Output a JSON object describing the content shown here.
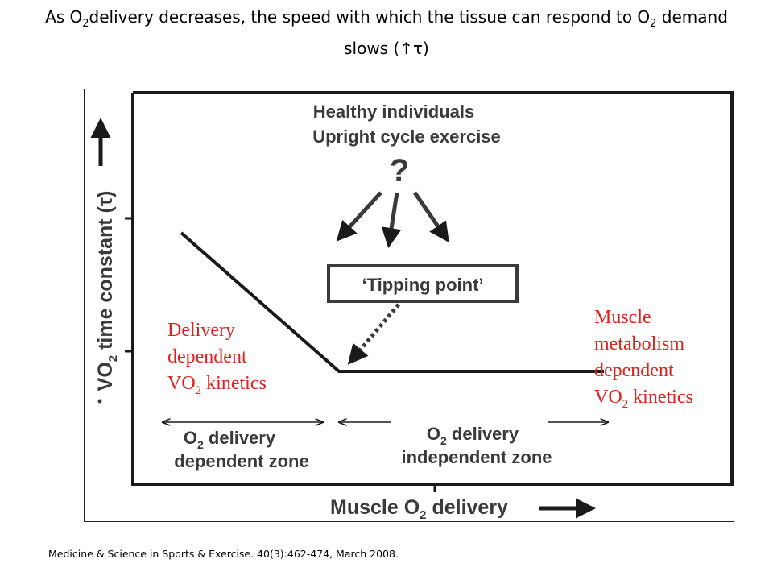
{
  "title": {
    "line1_a": "As O",
    "line1_sub1": "2",
    "line1_b": "delivery decreases, the speed with which the tissue can respond to O",
    "line1_sub2": "2",
    "line1_c": " demand",
    "line2": "slows (↑τ)"
  },
  "figure": {
    "heading_line1": "Healthy individuals",
    "heading_line2": "Upright cycle exercise",
    "question_mark": "?",
    "tipping_point": "‘Tipping point’",
    "y_axis": {
      "v": "V",
      "o": "O",
      "sub": "2",
      "rest": " time constant (τ)"
    },
    "x_axis": {
      "a": "Muscle O",
      "sub": "2",
      "b": " delivery"
    },
    "zone_dependent": {
      "l1_a": "O",
      "l1_sub": "2",
      "l1_b": " delivery",
      "l2": "dependent zone"
    },
    "zone_independent": {
      "l1_a": "O",
      "l1_sub": "2",
      "l1_b": " delivery",
      "l2": "independent zone"
    }
  },
  "annotations": {
    "left": {
      "line1": "Delivery",
      "line2": "dependent",
      "line3_a": "VO",
      "line3_sub": "2",
      "line3_b": " kinetics"
    },
    "right": {
      "line1": "Muscle",
      "line2": "metabolism",
      "line3": "dependent",
      "line4_a": "VO",
      "line4_sub": "2",
      "line4_b": " kinetics"
    }
  },
  "citation": "Medicine & Science in Sports & Exercise. 40(3):462-474, March 2008.",
  "colors": {
    "annotation_red": "#e0201a",
    "figure_ink": "#1a1a1a",
    "figure_text": "#3a3a3a"
  }
}
